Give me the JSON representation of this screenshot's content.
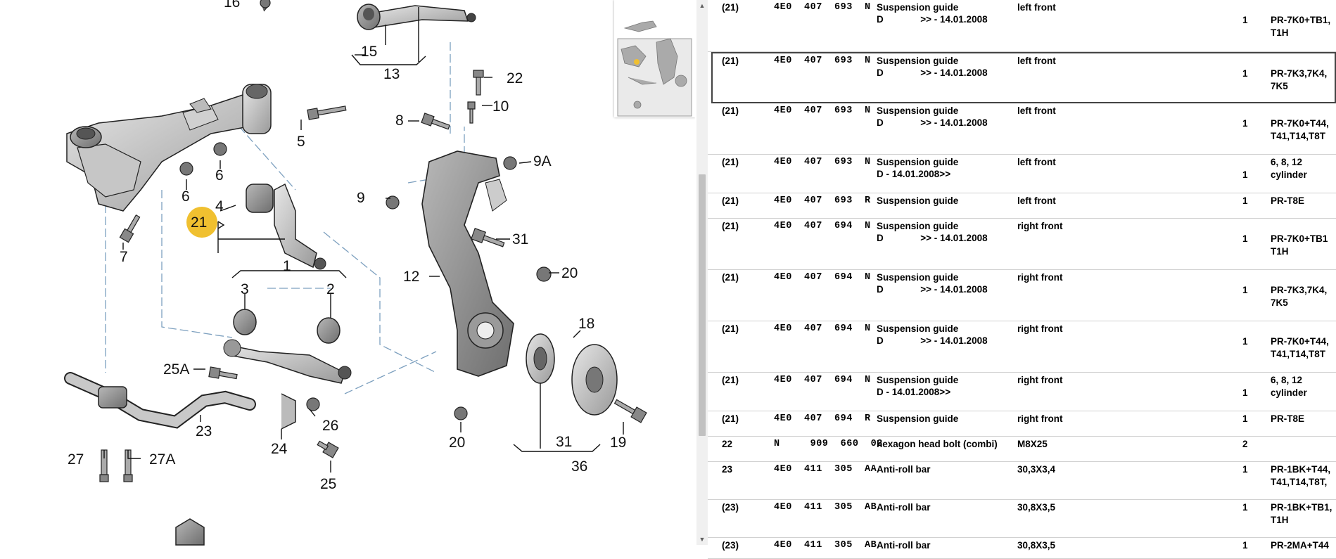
{
  "thumbnail": {
    "name": "diagram-overview"
  },
  "callouts": [
    {
      "id": "c16",
      "text": "16"
    },
    {
      "id": "c15",
      "text": "15"
    },
    {
      "id": "c13",
      "text": "13"
    },
    {
      "id": "c22",
      "text": "22"
    },
    {
      "id": "c8",
      "text": "8"
    },
    {
      "id": "c10",
      "text": "10"
    },
    {
      "id": "c5",
      "text": "5"
    },
    {
      "id": "c6a",
      "text": "6"
    },
    {
      "id": "c6b",
      "text": "6"
    },
    {
      "id": "c9A",
      "text": "9A"
    },
    {
      "id": "c4",
      "text": "4"
    },
    {
      "id": "c9",
      "text": "9"
    },
    {
      "id": "c21",
      "text": "21"
    },
    {
      "id": "c7",
      "text": "7"
    },
    {
      "id": "c31a",
      "text": "31"
    },
    {
      "id": "c1",
      "text": "1"
    },
    {
      "id": "c20a",
      "text": "20"
    },
    {
      "id": "c12",
      "text": "12"
    },
    {
      "id": "c3",
      "text": "3"
    },
    {
      "id": "c2",
      "text": "2"
    },
    {
      "id": "c18",
      "text": "18"
    },
    {
      "id": "c25A",
      "text": "25A"
    },
    {
      "id": "c26",
      "text": "26"
    },
    {
      "id": "c23",
      "text": "23"
    },
    {
      "id": "c24",
      "text": "24"
    },
    {
      "id": "c20b",
      "text": "20"
    },
    {
      "id": "c31b",
      "text": "31"
    },
    {
      "id": "c19",
      "text": "19"
    },
    {
      "id": "c36",
      "text": "36"
    },
    {
      "id": "c27",
      "text": "27"
    },
    {
      "id": "c27A",
      "text": "27A"
    },
    {
      "id": "c25",
      "text": "25"
    }
  ],
  "parts": [
    {
      "pos": "(21)",
      "pn": "4E0  407  693  N",
      "desc": "Suspension guide",
      "remark": "left front",
      "sub": "D              >> - 14.01.2008",
      "qty": "1",
      "model": "PR-7K0+TB1,",
      "model2": "T1H"
    },
    {
      "pos": "(21)",
      "pn": "4E0  407  693  N",
      "desc": "Suspension guide",
      "remark": "left front",
      "sub": "D              >> - 14.01.2008",
      "qty": "1",
      "model": "PR-7K3,7K4,",
      "model2": "7K5"
    },
    {
      "pos": "(21)",
      "pn": "4E0  407  693  N",
      "desc": "Suspension guide",
      "remark": "left front",
      "sub": "D              >> - 14.01.2008",
      "qty": "1",
      "model": "PR-7K0+T44,",
      "model2": "T41,T14,T8T"
    },
    {
      "pos": "(21)",
      "pn": "4E0  407  693  N",
      "desc": "Suspension guide",
      "remark": "left front",
      "sub": "D - 14.01.2008>>",
      "qty": "1",
      "model": "6, 8, 12",
      "model2": "cylinder"
    },
    {
      "pos": "(21)",
      "pn": "4E0  407  693  R",
      "desc": "Suspension guide",
      "remark": "left front",
      "sub": "",
      "qty": "1",
      "model": "PR-T8E",
      "model2": ""
    },
    {
      "pos": "(21)",
      "pn": "4E0  407  694  N",
      "desc": "Suspension guide",
      "remark": "right front",
      "sub": "D              >> - 14.01.2008",
      "qty": "1",
      "model": "PR-7K0+TB1",
      "model2": "T1H"
    },
    {
      "pos": "(21)",
      "pn": "4E0  407  694  N",
      "desc": "Suspension guide",
      "remark": "right front",
      "sub": "D              >> - 14.01.2008",
      "qty": "1",
      "model": "PR-7K3,7K4,",
      "model2": "7K5"
    },
    {
      "pos": "(21)",
      "pn": "4E0  407  694  N",
      "desc": "Suspension guide",
      "remark": "right front",
      "sub": "D              >> - 14.01.2008",
      "qty": "1",
      "model": "PR-7K0+T44,",
      "model2": "T41,T14,T8T"
    },
    {
      "pos": "(21)",
      "pn": "4E0  407  694  N",
      "desc": "Suspension guide",
      "remark": "right front",
      "sub": "D - 14.01.2008>>",
      "qty": "1",
      "model": "6, 8, 12",
      "model2": "cylinder"
    },
    {
      "pos": "(21)",
      "pn": "4E0  407  694  R",
      "desc": "Suspension guide",
      "remark": "right front",
      "sub": "",
      "qty": "1",
      "model": "PR-T8E",
      "model2": ""
    },
    {
      "pos": "22",
      "pn": "N     909  660  02",
      "desc": "hexagon head bolt (combi)",
      "remark": "M8X25",
      "sub": "",
      "qty": "2",
      "model": "",
      "model2": ""
    },
    {
      "pos": "23",
      "pn": "4E0  411  305  AA",
      "desc": "Anti-roll bar",
      "remark": "30,3X3,4",
      "sub": "",
      "qty": "1",
      "model": "PR-1BK+T44,",
      "model2": "T41,T14,T8T,"
    },
    {
      "pos": "(23)",
      "pn": "4E0  411  305  AB",
      "desc": "Anti-roll bar",
      "remark": "30,8X3,5",
      "sub": "",
      "qty": "1",
      "model": "PR-1BK+TB1,",
      "model2": "T1H"
    },
    {
      "pos": "(23)",
      "pn": "4E0  411  305  AB",
      "desc": "Anti-roll bar",
      "remark": "30,8X3,5",
      "sub": "",
      "qty": "1",
      "model": "PR-2MA+T44",
      "model2": ""
    }
  ]
}
